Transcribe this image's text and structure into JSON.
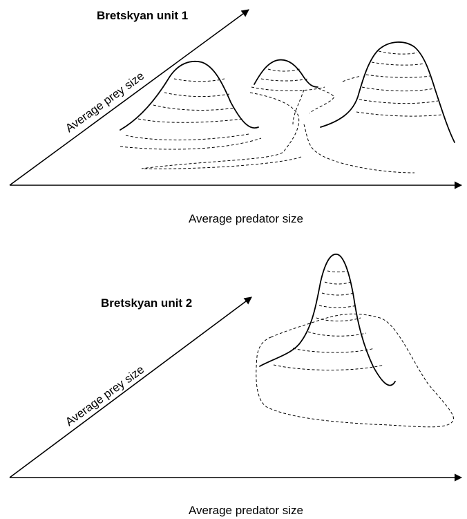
{
  "panels": [
    {
      "title": "Bretskyan unit 1",
      "x_axis_label": "Average predator size",
      "y_axis_label": "Average prey size"
    },
    {
      "title": "Bretskyan unit 2",
      "x_axis_label": "Average predator size",
      "y_axis_label": "Average prey size"
    }
  ]
}
